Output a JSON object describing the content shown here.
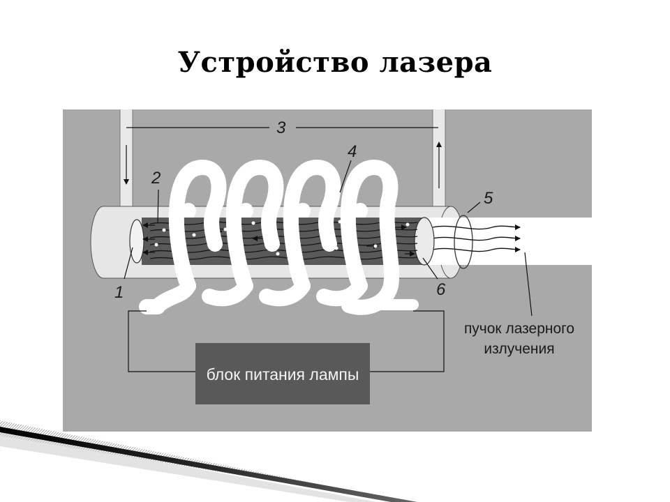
{
  "slide": {
    "title": "Устройство лазера"
  },
  "diagram": {
    "labels": {
      "n1": "1",
      "n2": "2",
      "n3": "3",
      "n4": "4",
      "n5": "5",
      "n6": "6"
    },
    "beam_label_line1": "пучок лазерного",
    "beam_label_line2": "излучения",
    "power_supply_label": "блок питания лампы"
  },
  "colors": {
    "panel_background": "#a9a9a9",
    "tube_glass": "#e6e6e6",
    "rod": "#595959",
    "lamp": "#ffffff",
    "power_supply_box": "#595959"
  }
}
